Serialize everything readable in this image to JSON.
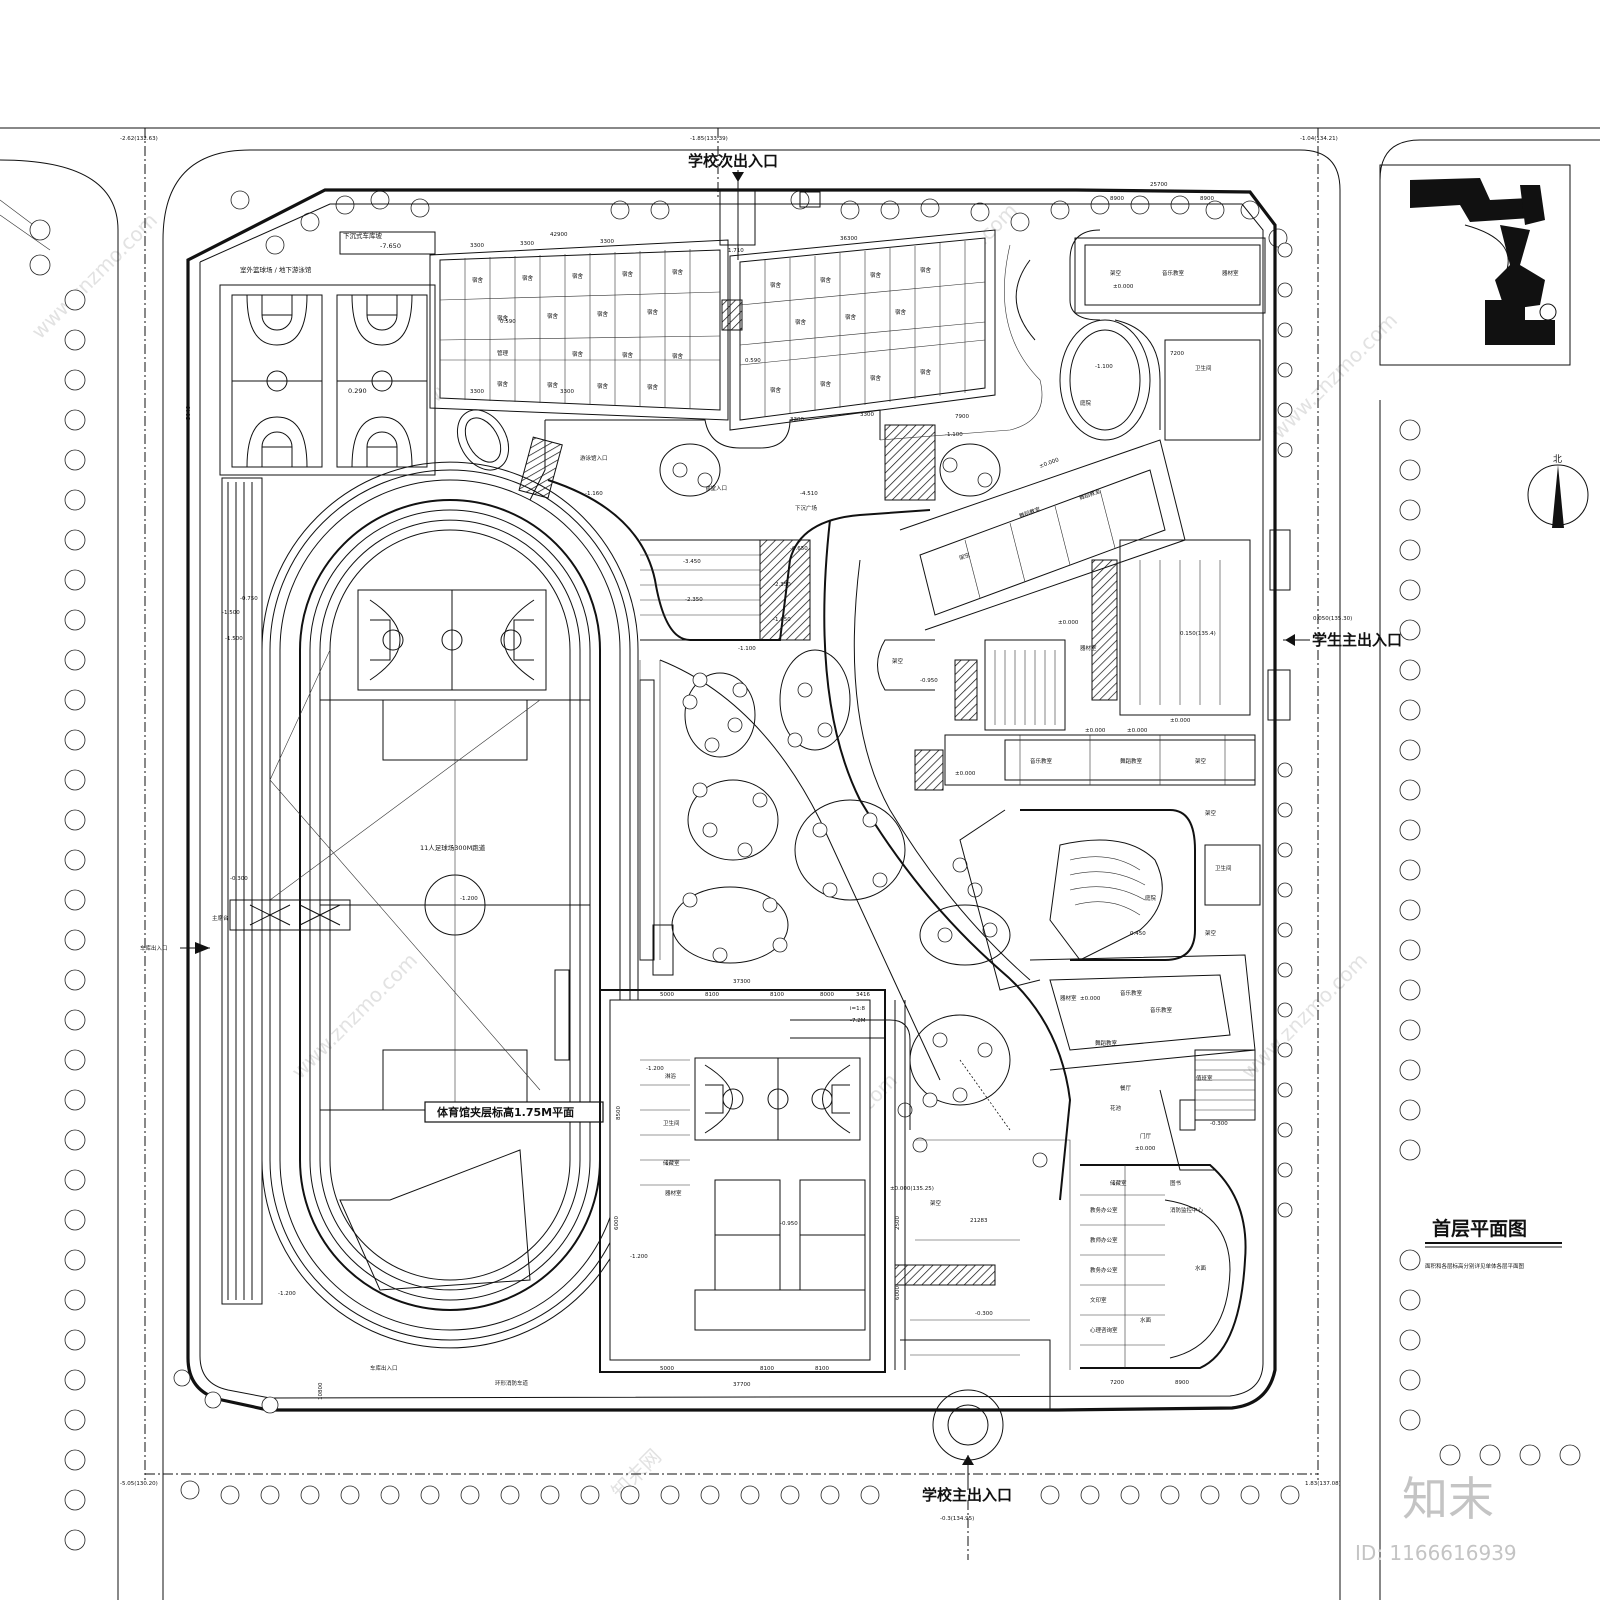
{
  "drawing": {
    "title": "首层平面图",
    "note": "面积和各层标高分别详见单体各层平面图",
    "north_label": "北",
    "mezzanine_label": "体育馆夹层标高1.75M平面",
    "track_label": "11人足球场300M跑道",
    "gym_floor_level": "±0.000(135.25)"
  },
  "entrances": {
    "secondary": "学校次出入口",
    "student_main": "学生主出入口",
    "main": "学校主出入口",
    "west": "车库出入口",
    "south_garage": "车库出入口"
  },
  "corner_levels": {
    "top_left": "-2.62(132.63)",
    "top_mid": "-1.85(133.39)",
    "top_right": "-1.04(134.21)",
    "right_mid": "0.050(135.30)",
    "bottom_left": "-5.05(130.20)",
    "bottom_mid": "-0.3(134.95)",
    "bottom_right": "1.83(137.08)"
  },
  "labels": {
    "top_left_stair": "下沉式车库坡",
    "basketball_label": "室外篮球场 / 地下游泳馆",
    "dorm_room": "宿舍",
    "admin": "管理",
    "sunken_square": "下沉广场",
    "canteen_entrance": "食堂入口",
    "gym_entrance": "游泳馆入口",
    "music_room": "音乐教室",
    "equipment_room": "器材室",
    "dance_room": "舞蹈教室",
    "overhead": "架空",
    "courtyard": "庭院",
    "flower_pool": "花池",
    "lobby": "门厅",
    "duty_room": "值班室",
    "library": "图书",
    "main_stand": "主席台",
    "fire_lane": "环形消防车道",
    "office": "教务办公室",
    "toilet": "卫生间",
    "shower": "淋浴",
    "storage": "储藏室",
    "control_center": "消防监控中心",
    "teacher_office": "教师办公室",
    "print_room": "文印室",
    "psych_room": "心理咨询室",
    "water": "水面",
    "dining": "餐厅",
    "slope": "i=1:8"
  },
  "levels": {
    "l1": "-7.650",
    "l2": "0.590",
    "l3": "0.290",
    "l4": "-1.100",
    "l5": "-4.510",
    "l6": "-3.450",
    "l7": "-2.350",
    "l8": "-1.650",
    "l9": "-0.750",
    "l10": "-1.500",
    "l11": "-0.300",
    "l12": "-1.200",
    "l13": "-0.950",
    "l14": "±0.000",
    "l15": "0.150(135.4)",
    "l16": "0.450",
    "l17": "-7.2M",
    "l18": "1.710",
    "l19": "-1.160",
    "l20": "-0.650"
  },
  "dimensions": {
    "d1": "3300",
    "d2": "42900",
    "d3": "36300",
    "d4": "25700",
    "d5": "8900",
    "d6": "37300",
    "d7": "8100",
    "d8": "5000",
    "d9": "8000",
    "d10": "3416",
    "d11": "37700",
    "d12": "21283",
    "d13": "7200",
    "d14": "7900",
    "d15": "5046",
    "d16": "8500",
    "d17": "2500",
    "d18": "10800",
    "d19": "6000"
  },
  "watermark": {
    "brand": "知末",
    "site": "www.znzmo.com",
    "site_cn": "知末网",
    "id": "ID: 1166616939"
  }
}
